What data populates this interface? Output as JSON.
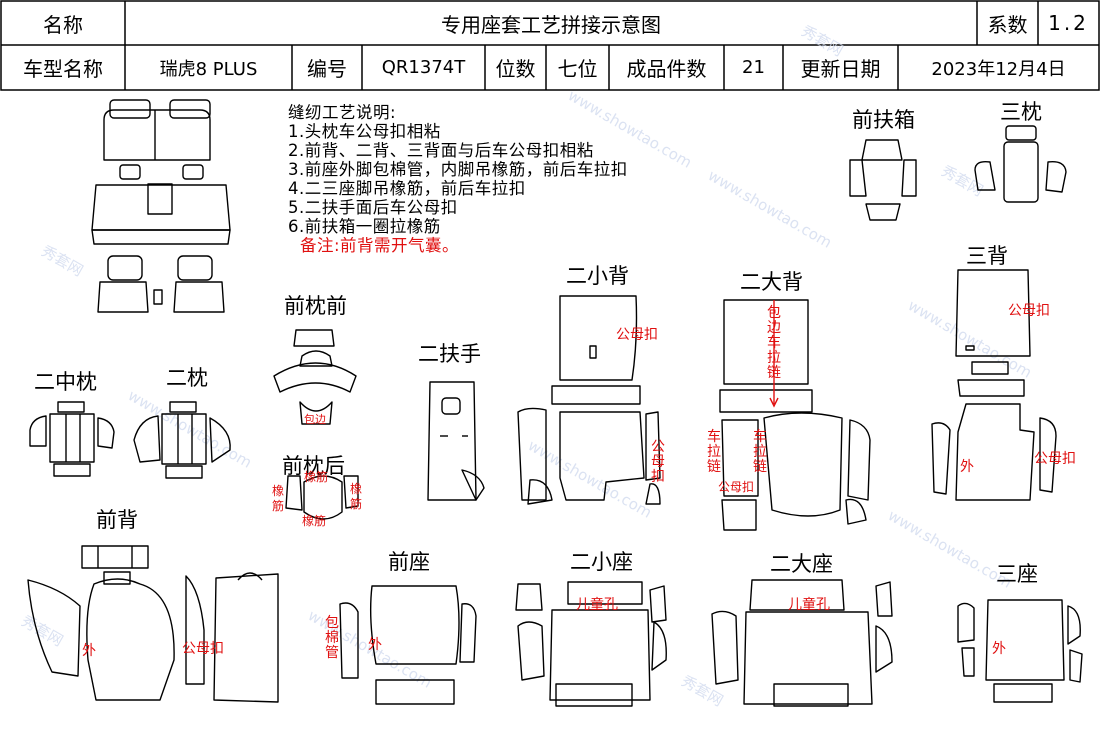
{
  "header": {
    "row1": {
      "name_label": "名称",
      "title": "专用座套工艺拼接示意图",
      "coef_label": "系数",
      "coef_value": "1.2"
    },
    "row2": {
      "model_label": "车型名称",
      "model_value": "瑞虎8 PLUS",
      "code_label": "编号",
      "code_value": "QR1374T",
      "seats_label": "位数",
      "seats_value": "七位",
      "pieces_label": "成品件数",
      "pieces_value": "21",
      "date_label": "更新日期",
      "date_value": "2023年12月4日"
    }
  },
  "notes": {
    "title": "缝纫工艺说明:",
    "items": [
      "1.头枕车公母扣相粘",
      "2.前背、二背、三背面与后车公母扣相粘",
      "3.前座外脚包棉管，内脚吊橡筋，前后车拉扣",
      "4.二三座脚吊橡筋，前后车拉扣",
      "5.二扶手面后车公母扣",
      "6.前扶箱一圈拉橡筋"
    ],
    "remark": "备注:前背需开气囊。"
  },
  "parts": {
    "front_armrest_box": "前扶箱",
    "third_headrest": "三枕",
    "front_headrest_front": "前枕前",
    "second_small_back": "二小背",
    "second_big_back": "二大背",
    "third_back": "三背",
    "second_middle_headrest": "二中枕",
    "second_headrest": "二枕",
    "second_armrest": "二扶手",
    "front_headrest_rear": "前枕后",
    "front_back": "前背",
    "front_seat": "前座",
    "second_small_seat": "二小座",
    "second_big_seat": "二大座",
    "third_seat": "三座"
  },
  "annotations": {
    "male_female_buckle": "公母扣",
    "wrap_edge": "包边",
    "elastic": "橡筋",
    "outer": "外",
    "cotton_tube": "包棉管",
    "car_zipper": "车拉链",
    "wrap_edge_zipper": "包边车拉链",
    "child_hole": "儿童孔"
  },
  "watermark": {
    "site": "www.showtao.com",
    "brand": "秀套网"
  },
  "colors": {
    "line": "#000000",
    "annotation": "#e01010",
    "watermark": "#cfd9ee"
  }
}
